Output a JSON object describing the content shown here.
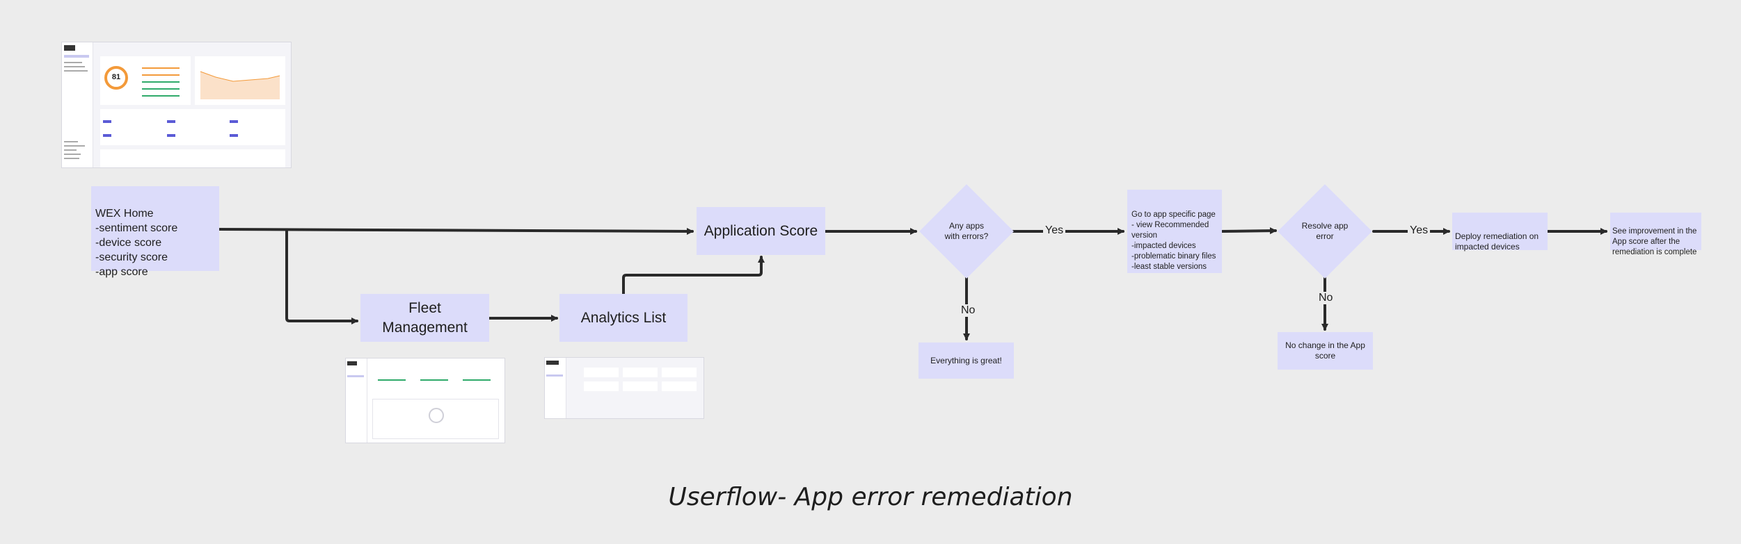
{
  "nodes": {
    "wex_home": "WEX Home\n-sentiment score\n-device score\n-security score\n-app score",
    "fleet_management": "Fleet\nManagement",
    "analytics_list": "Analytics List",
    "application_score": "Application Score",
    "any_apps_errors": "Any apps\nwith errors?",
    "everything_great": "Everything is great!",
    "go_to_app_page": "Go to app specific page\n- view Recommended\nversion\n-impacted devices\n-problematic binary files\n-least stable versions",
    "resolve_app_error": "Resolve app\nerror",
    "no_change": "No change in the App\nscore",
    "deploy_remediation": "Deploy remediation on\nimpacted devices",
    "see_improvement": "See improvement in the\nApp score after the\nremediation is complete"
  },
  "edge_labels": {
    "yes_1": "Yes",
    "no_1": "No",
    "yes_2": "Yes",
    "no_2": "No"
  },
  "thumbnail_home": {
    "gauge_value": "81"
  },
  "caption": "Userflow- App error remediation",
  "colors": {
    "background": "#ececec",
    "node_fill": "#dcdcfa",
    "edge": "#2a2a2a"
  }
}
